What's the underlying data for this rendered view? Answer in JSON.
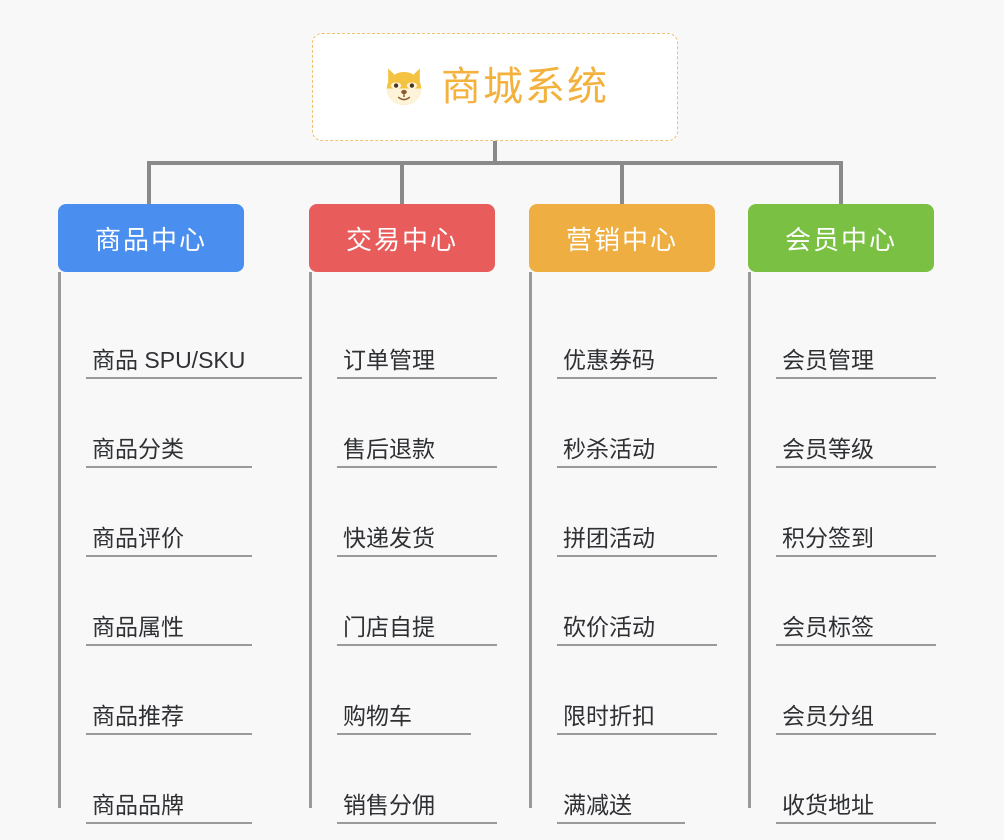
{
  "background_color": "#f8f8f8",
  "root": {
    "title": "商城系统",
    "icon": "shiba-dog-icon",
    "title_color": "#f3b13e",
    "border_color": "#f0c070"
  },
  "connector_color": "#8a8a8a",
  "columns": [
    {
      "header": "商品中心",
      "color": "#4a8ef0",
      "items": [
        "商品 SPU/SKU",
        "商品分类",
        "商品评价",
        "商品属性",
        "商品推荐",
        "商品品牌"
      ]
    },
    {
      "header": "交易中心",
      "color": "#e85c5c",
      "items": [
        "订单管理",
        "售后退款",
        "快递发货",
        "门店自提",
        "购物车",
        "销售分佣"
      ]
    },
    {
      "header": "营销中心",
      "color": "#eeae41",
      "items": [
        "优惠券码",
        "秒杀活动",
        "拼团活动",
        "砍价活动",
        "限时折扣",
        "满减送"
      ]
    },
    {
      "header": "会员中心",
      "color": "#7ac143",
      "items": [
        "会员管理",
        "会员等级",
        "积分签到",
        "会员标签",
        "会员分组",
        "收货地址"
      ]
    }
  ]
}
